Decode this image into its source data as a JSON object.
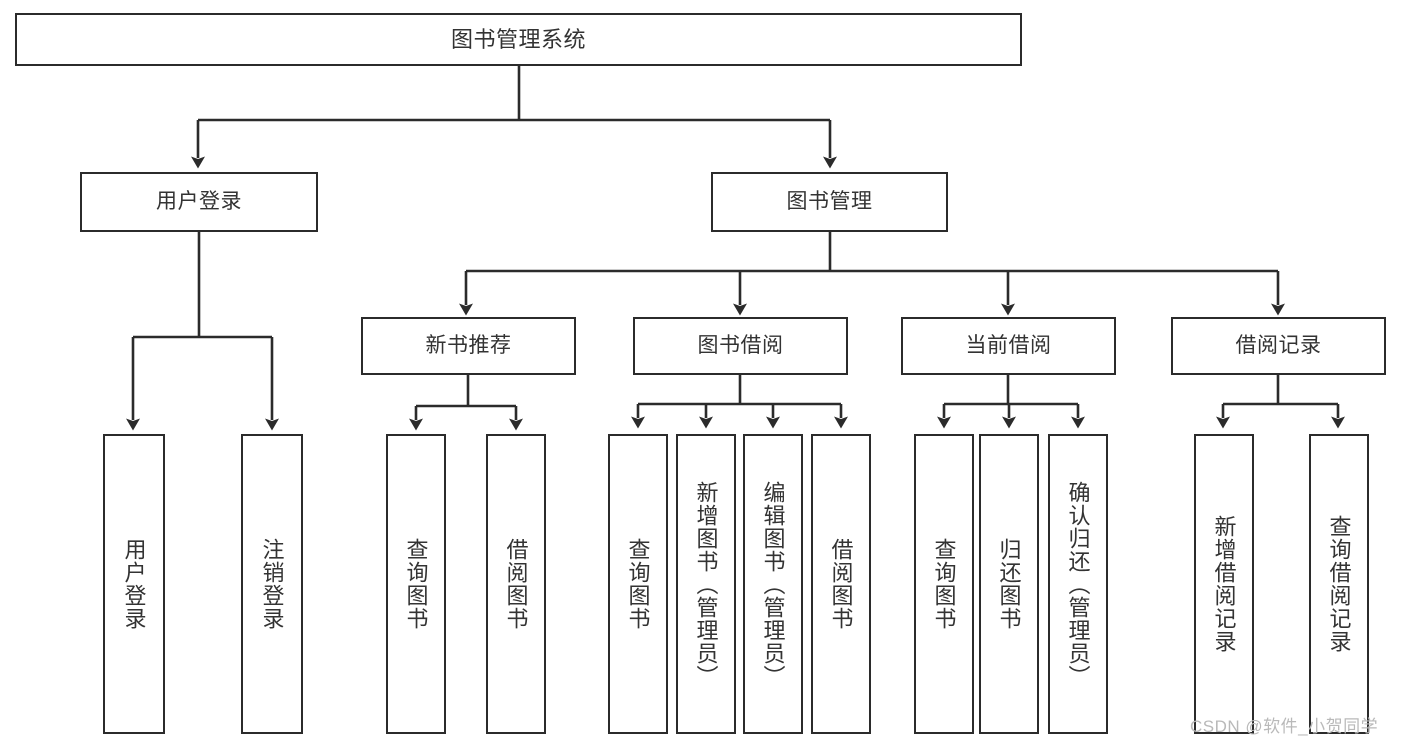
{
  "diagram": {
    "type": "tree-hierarchy-chart",
    "title": "图书管理系统",
    "stroke_color": "#2b2b2b",
    "text_color": "#333333",
    "background_color": "#ffffff",
    "levels": 4
  },
  "nodes": {
    "root": {
      "label": "图书管理系统"
    },
    "level2": [
      {
        "label": "用户登录"
      },
      {
        "label": "图书管理"
      }
    ],
    "level3": [
      {
        "label": "新书推荐"
      },
      {
        "label": "图书借阅"
      },
      {
        "label": "当前借阅"
      },
      {
        "label": "借阅记录"
      }
    ],
    "leaves_user_login": [
      {
        "label": "用户登录"
      },
      {
        "label": "注销登录"
      }
    ],
    "leaves_new_book": [
      {
        "label": "查询图书"
      },
      {
        "label": "借阅图书"
      }
    ],
    "leaves_borrow": [
      {
        "label": "查询图书"
      },
      {
        "label": "新增图书（管理员）"
      },
      {
        "label": "编辑图书（管理员）"
      },
      {
        "label": "借阅图书"
      }
    ],
    "leaves_current": [
      {
        "label": "查询图书"
      },
      {
        "label": "归还图书"
      },
      {
        "label": "确认归还（管理员）"
      }
    ],
    "leaves_records": [
      {
        "label": "新增借阅记录"
      },
      {
        "label": "查询借阅记录"
      }
    ]
  },
  "watermark": {
    "text": "CSDN @软件_小贺同学"
  }
}
